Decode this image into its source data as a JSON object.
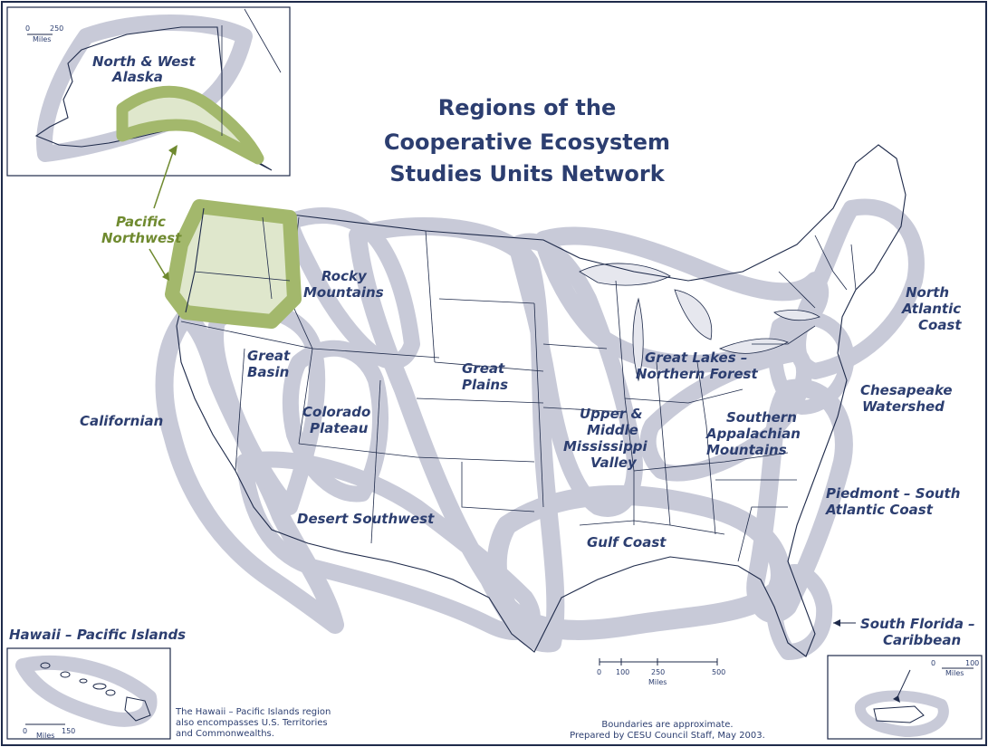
{
  "title": {
    "line1": "Regions of the",
    "line2": "Cooperative Ecosystem",
    "line3": "Studies Units Network"
  },
  "regions": {
    "north_west_alaska_1": "North & West",
    "north_west_alaska_2": "Alaska",
    "pacific_northwest_1": "Pacific",
    "pacific_northwest_2": "Northwest",
    "rocky_mountains_1": "Rocky",
    "rocky_mountains_2": "Mountains",
    "great_basin_1": "Great",
    "great_basin_2": "Basin",
    "colorado_plateau_1": "Colorado",
    "colorado_plateau_2": "Plateau",
    "californian": "Californian",
    "great_plains_1": "Great",
    "great_plains_2": "Plains",
    "desert_southwest": "Desert Southwest",
    "great_lakes_1": "Great Lakes –",
    "great_lakes_2": "Northern Forest",
    "upper_mississippi_1": "Upper &",
    "upper_mississippi_2": "Middle",
    "upper_mississippi_3": "Mississippi",
    "upper_mississippi_4": "Valley",
    "southern_appalachian_1": "Southern",
    "southern_appalachian_2": "Appalachian",
    "southern_appalachian_3": "Mountains",
    "north_atlantic_1": "North",
    "north_atlantic_2": "Atlantic",
    "north_atlantic_3": "Coast",
    "chesapeake_1": "Chesapeake",
    "chesapeake_2": "Watershed",
    "piedmont_1": "Piedmont – South",
    "piedmont_2": "Atlantic Coast",
    "gulf_coast": "Gulf Coast",
    "south_florida_1": "South Florida –",
    "south_florida_2": "Caribbean",
    "hawaii": "Hawaii – Pacific Islands"
  },
  "scales": {
    "alaska": {
      "zero": "0",
      "max": "250",
      "unit": "Miles"
    },
    "hawaii": {
      "zero": "0",
      "max": "150",
      "unit": "Miles"
    },
    "main": {
      "t0": "0",
      "t1": "100",
      "t2": "250",
      "t3": "500",
      "unit": "Miles"
    },
    "caribbean": {
      "zero": "0",
      "max": "100",
      "unit": "Miles"
    }
  },
  "notes": {
    "hawaii_1": "The Hawaii – Pacific Islands region",
    "hawaii_2": "also encompasses U.S. Territories",
    "hawaii_3": "and Commonwealths.",
    "footer_1": "Boundaries are approximate.",
    "footer_2": "Prepared by CESU Council Staff, May 2003."
  },
  "colors": {
    "label": "#2c3e70",
    "region_band": "#c8cad8",
    "pacific_northwest": "#a3b86c",
    "pacific_northwest_fill": "#dfe7cc",
    "land_outline": "#1e2a4a",
    "water": "#e6e7ee"
  }
}
